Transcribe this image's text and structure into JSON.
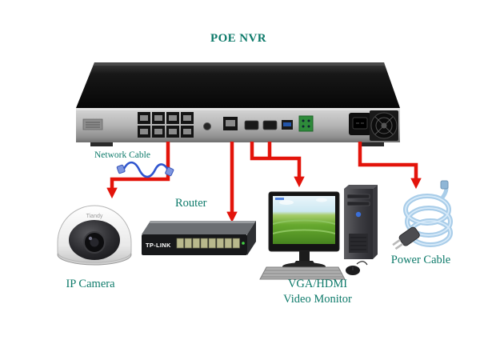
{
  "title": "POE NVR",
  "labels": {
    "network_cable": "Network Cable",
    "ip_camera": "IP Camera",
    "router": "Router",
    "monitor_line1": "VGA/HDMI",
    "monitor_line2": "Video Monitor",
    "power_cable": "Power Cable"
  },
  "devices": {
    "camera_brand": "Tiandy",
    "router_brand": "TP-LINK"
  },
  "connections": [
    {
      "from": "nvr-poe-ports",
      "to": "ip-camera",
      "via": "network-cable"
    },
    {
      "from": "nvr-lan-port",
      "to": "router"
    },
    {
      "from": "nvr-video-ports",
      "to": "video-monitor"
    },
    {
      "from": "nvr-power-inlet",
      "to": "power-cable"
    }
  ],
  "colors": {
    "label": "#0d7a6a",
    "arrow": "#e3140b"
  }
}
